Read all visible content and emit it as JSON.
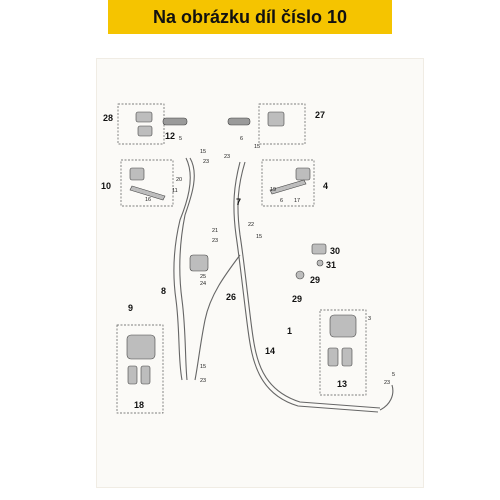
{
  "header": {
    "title": "Na obrázku díl číslo 10",
    "bg_color": "#f5c400"
  },
  "diagram": {
    "part_labels": {
      "p1": "1",
      "p4": "4",
      "p5a": "5",
      "p5b": "5",
      "p6a": "6",
      "p6b": "6",
      "p7": "7",
      "p8": "8",
      "p9": "9",
      "p10": "10",
      "p11": "11",
      "p12": "12",
      "p13": "13",
      "p14": "14",
      "p15a": "15",
      "p15b": "15",
      "p15c": "15",
      "p15d": "15",
      "p16": "16",
      "p17": "17",
      "p18": "18",
      "p19": "19",
      "p20": "20",
      "p21": "21",
      "p22": "22",
      "p23a": "23",
      "p23b": "23",
      "p23c": "23",
      "p23d": "23",
      "p23e": "23",
      "p24": "24",
      "p25": "25",
      "p26": "26",
      "p27": "27",
      "p28": "28",
      "p29a": "29",
      "p29b": "29",
      "p30": "30",
      "p31": "31",
      "p3": "3"
    }
  }
}
